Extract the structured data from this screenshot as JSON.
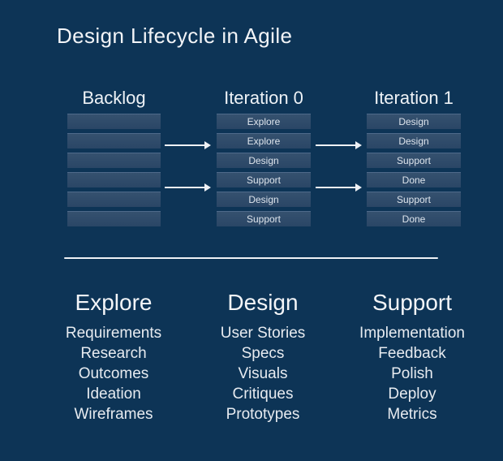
{
  "title": "Design Lifecycle in Agile",
  "colors": {
    "background": "#0d3456",
    "box_fill": "#2d4a6a",
    "heading_text": "#f2f4f7",
    "body_text": "#e7ebf0",
    "arrow": "#eef1f5"
  },
  "board": {
    "columns": [
      {
        "header": "Backlog",
        "rows": [
          "",
          "",
          "",
          "",
          "",
          ""
        ]
      },
      {
        "header": "Iteration 0",
        "rows": [
          "Explore",
          "Explore",
          "Design",
          "Support",
          "Design",
          "Support"
        ]
      },
      {
        "header": "Iteration 1",
        "rows": [
          "Design",
          "Design",
          "Support",
          "Done",
          "Support",
          "Done"
        ]
      }
    ],
    "arrows": [
      {
        "from": "Backlog",
        "to": "Iteration 0",
        "row": 2
      },
      {
        "from": "Backlog",
        "to": "Iteration 0",
        "row": 4
      },
      {
        "from": "Iteration 0",
        "to": "Iteration 1",
        "row": 2
      },
      {
        "from": "Iteration 0",
        "to": "Iteration 1",
        "row": 4
      }
    ]
  },
  "legend": {
    "groups": [
      {
        "heading": "Explore",
        "items": [
          "Requirements",
          "Research",
          "Outcomes",
          "Ideation",
          "Wireframes"
        ]
      },
      {
        "heading": "Design",
        "items": [
          "User Stories",
          "Specs",
          "Visuals",
          "Critiques",
          "Prototypes"
        ]
      },
      {
        "heading": "Support",
        "items": [
          "Implementation",
          "Feedback",
          "Polish",
          "Deploy",
          "Metrics"
        ]
      }
    ]
  }
}
